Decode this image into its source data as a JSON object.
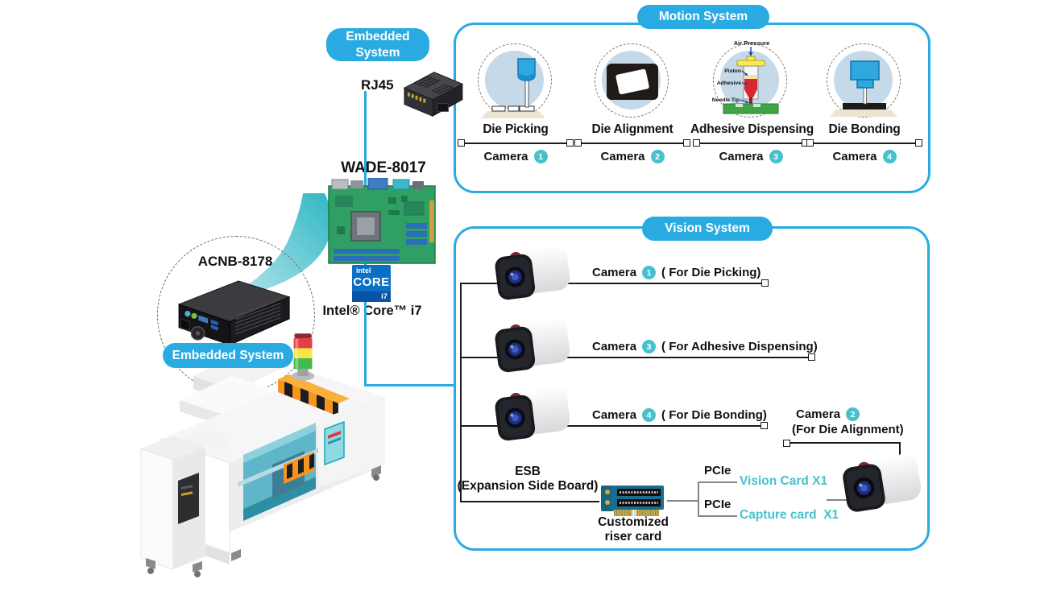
{
  "colors": {
    "accent": "#29ABE2",
    "camera_badge": "#49C0CD",
    "teal_text": "#45C2D2",
    "station_circle_fill": "#C6D9E8",
    "line": "#1a1a1a"
  },
  "embedded_top": {
    "line1": "Embedded",
    "line2": "System"
  },
  "labels": {
    "rj45": "RJ45",
    "wade": "WADE-8017",
    "intel_cpu": "Intel® Core™ i7",
    "acnb": "ACNB-8178",
    "embedded_system": "Embedded System"
  },
  "intel_badge": {
    "brand": "intel",
    "core": "CORE",
    "model": "i7"
  },
  "motion": {
    "title": "Motion System",
    "stations": [
      {
        "name": "Die Picking",
        "camera": "Camera",
        "num": "1"
      },
      {
        "name": "Die Alignment",
        "camera": "Camera",
        "num": "2"
      },
      {
        "name": "Adhesive Dispensing",
        "camera": "Camera",
        "num": "3",
        "annotations": {
          "air": "Air Pressure",
          "piston": "Piston",
          "adhesive": "Adhesive",
          "needle": "Needle Tip"
        }
      },
      {
        "name": "Die Bonding",
        "camera": "Camera",
        "num": "4"
      }
    ]
  },
  "vision": {
    "title": "Vision System",
    "rows": [
      {
        "camera": "Camera",
        "num": "1",
        "purpose": "( For Die Picking)"
      },
      {
        "camera": "Camera",
        "num": "3",
        "purpose": "( For Adhesive Dispensing)"
      },
      {
        "camera": "Camera",
        "num": "4",
        "purpose": "( For Die Bonding)"
      }
    ],
    "camera2": {
      "camera": "Camera",
      "num": "2",
      "purpose": "(For Die Alignment)"
    },
    "esb": {
      "line1": "ESB",
      "line2": "(Expansion Side Board)"
    },
    "riser": {
      "line1": "Customized",
      "line2": "riser card"
    },
    "pcie": "PCIe",
    "vision_card": "Vision Card X1",
    "capture_card": "Capture card  X1"
  }
}
